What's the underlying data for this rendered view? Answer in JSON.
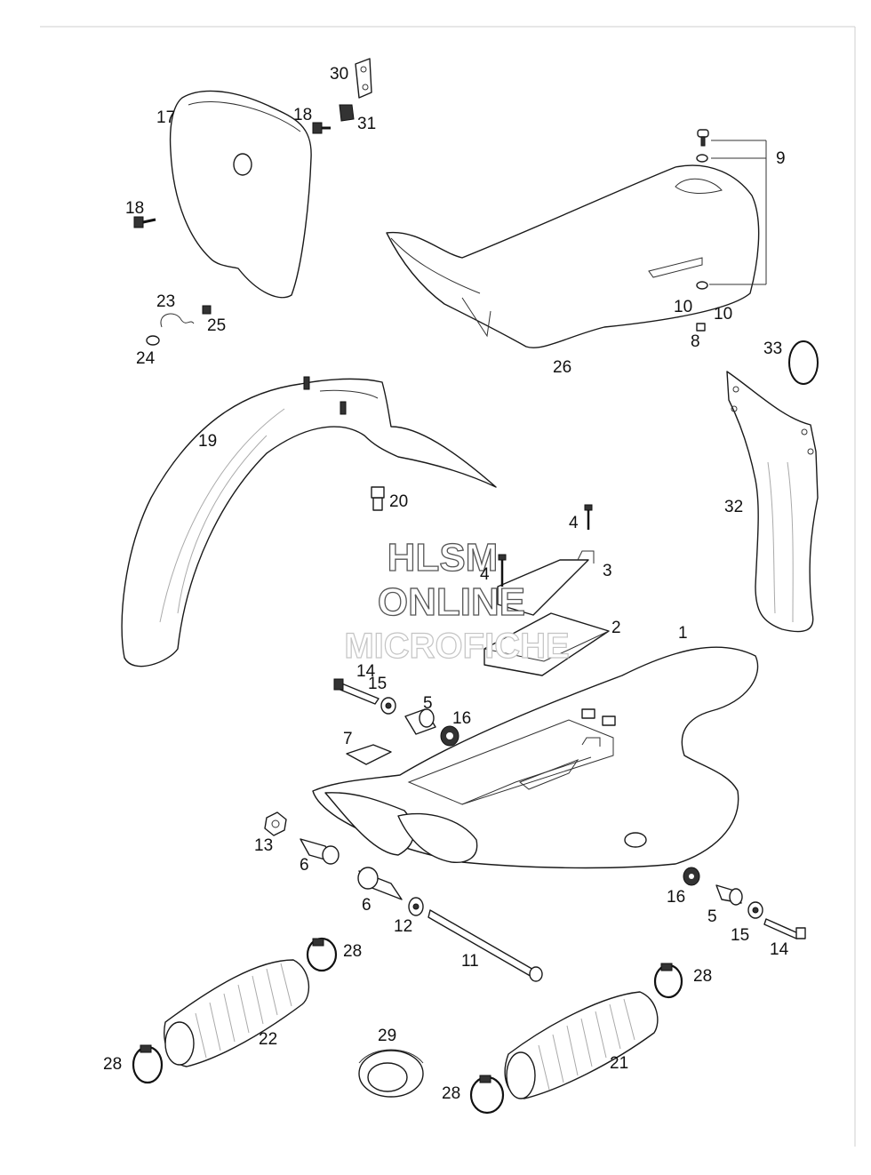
{
  "diagram": {
    "watermark": {
      "line1": "HLSM",
      "line2": "ONLINE",
      "line3": "MICROFICHE"
    },
    "labels": {
      "p1": "1",
      "p2": "2",
      "p3": "3",
      "p4a": "4",
      "p4b": "4",
      "p5a": "5",
      "p5b": "5",
      "p6a": "6",
      "p6b": "6",
      "p7": "7",
      "p8": "8",
      "p9": "9",
      "p10a": "10",
      "p10b": "10",
      "p11": "11",
      "p12": "12",
      "p13": "13",
      "p14a": "14",
      "p14b": "14",
      "p15a": "15",
      "p15b": "15",
      "p16a": "16",
      "p16b": "16",
      "p17": "17",
      "p18a": "18",
      "p18b": "18",
      "p19": "19",
      "p20": "20",
      "p21": "21",
      "p22": "22",
      "p23": "23",
      "p24": "24",
      "p25": "25",
      "p26": "26",
      "p28a": "28",
      "p28b": "28",
      "p28c": "28",
      "p28d": "28",
      "p29": "29",
      "p30": "30",
      "p31": "31",
      "p32": "32",
      "p33": "33"
    }
  }
}
